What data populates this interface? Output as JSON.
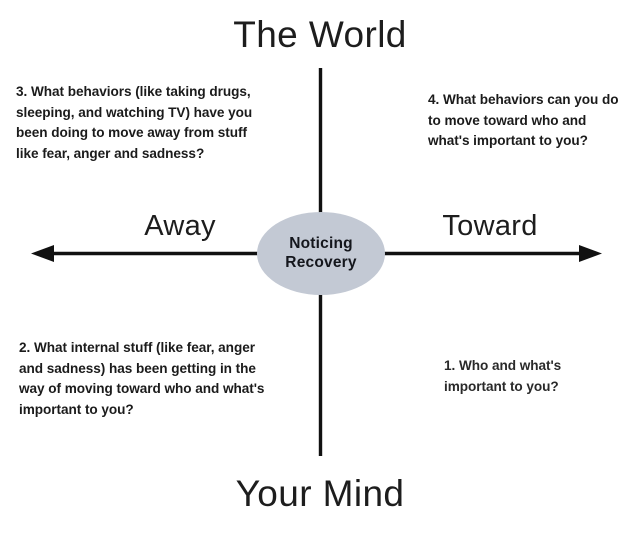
{
  "diagram": {
    "type": "two-by-two-matrix",
    "background_color": "#ffffff",
    "axes": {
      "vertical_top_title": "The World",
      "vertical_bottom_title": "Your Mind",
      "horizontal_left_label": "Away",
      "horizontal_right_label": "Toward",
      "line_color": "#111111",
      "horizontal_has_arrowheads": "both",
      "vertical_has_arrowheads": "none"
    },
    "center_node": {
      "line1": "Noticing",
      "line2": "Recovery",
      "fill_color": "#c3c9d4",
      "text_color": "#14161c",
      "shape": "ellipse"
    },
    "quadrants": [
      {
        "id": "top-left",
        "number": "3.",
        "text": "3. What behaviors (like taking drugs,\nsleeping, and watching TV) have you\nbeen doing to move away from stuff\nlike fear, anger and sadness?"
      },
      {
        "id": "top-right",
        "number": "4.",
        "text": "4. What behaviors can you do\nto move toward who and\nwhat's important to you?"
      },
      {
        "id": "bottom-left",
        "number": "2.",
        "text": "2. What internal stuff (like fear, anger\nand sadness) has been getting in the\nway of moving toward who and what's\nimportant to you?"
      },
      {
        "id": "bottom-right",
        "number": "1.",
        "text": "1. Who and what's\nimportant to you?"
      }
    ]
  }
}
